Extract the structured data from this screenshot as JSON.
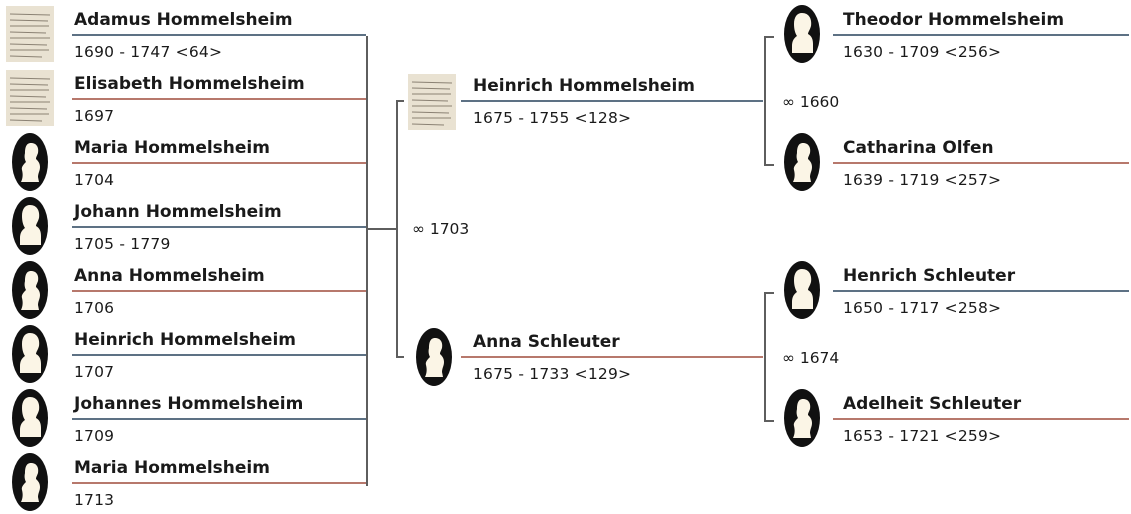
{
  "colors": {
    "male": "#5d7184",
    "female": "#b7786c",
    "connector": "#5e5e5e"
  },
  "children": [
    {
      "name": "Adamus Hommelsheim",
      "dates": "1690 - 1747 <64>",
      "sex": "male",
      "photo": "document-scan-icon"
    },
    {
      "name": "Elisabeth Hommelsheim",
      "dates": "1697",
      "sex": "female",
      "photo": "document-scan-icon"
    },
    {
      "name": "Maria Hommelsheim",
      "dates": "1704",
      "sex": "female",
      "photo": "female-silhouette-icon"
    },
    {
      "name": "Johann Hommelsheim",
      "dates": "1705 - 1779",
      "sex": "male",
      "photo": "male-silhouette-icon"
    },
    {
      "name": "Anna Hommelsheim",
      "dates": "1706",
      "sex": "female",
      "photo": "female-silhouette-icon"
    },
    {
      "name": "Heinrich Hommelsheim",
      "dates": "1707",
      "sex": "male",
      "photo": "male-silhouette-icon"
    },
    {
      "name": "Johannes Hommelsheim",
      "dates": "1709",
      "sex": "male",
      "photo": "male-silhouette-icon"
    },
    {
      "name": "Maria Hommelsheim",
      "dates": "1713",
      "sex": "female",
      "photo": "female-silhouette-icon"
    }
  ],
  "parents": {
    "father": {
      "name": "Heinrich Hommelsheim",
      "dates": "1675 - 1755 <128>",
      "sex": "male",
      "photo": "document-scan-icon"
    },
    "mother": {
      "name": "Anna Schleuter",
      "dates": "1675 - 1733 <129>",
      "sex": "female",
      "photo": "female-silhouette-icon"
    },
    "marriage": "∞ 1703"
  },
  "paternal_grandparents": {
    "father": {
      "name": "Theodor Hommelsheim",
      "dates": "1630 - 1709 <256>",
      "sex": "male",
      "photo": "male-silhouette-icon"
    },
    "mother": {
      "name": "Catharina Olfen",
      "dates": "1639 - 1719 <257>",
      "sex": "female",
      "photo": "female-silhouette-icon"
    },
    "marriage": "∞ 1660"
  },
  "maternal_grandparents": {
    "father": {
      "name": "Henrich Schleuter",
      "dates": "1650 - 1717 <258>",
      "sex": "male",
      "photo": "male-silhouette-icon"
    },
    "mother": {
      "name": "Adelheit Schleuter",
      "dates": "1653 - 1721 <259>",
      "sex": "female",
      "photo": "female-silhouette-icon"
    },
    "marriage": "∞ 1674"
  }
}
